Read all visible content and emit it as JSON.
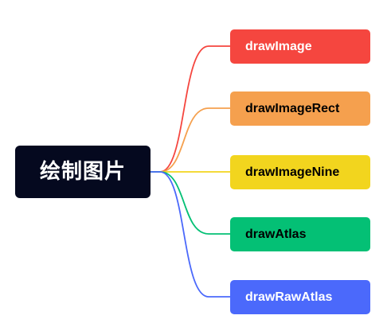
{
  "mindmap": {
    "root": {
      "label": "绘制图片",
      "bg_color": "#05091f",
      "text_color": "#ffffff"
    },
    "children": [
      {
        "label": "drawImage",
        "color": "#f5463f",
        "text_color": "#ffffff"
      },
      {
        "label": "drawImageRect",
        "color": "#f5a04e",
        "text_color": "#000000"
      },
      {
        "label": "drawImageNine",
        "color": "#f2d51e",
        "text_color": "#000000"
      },
      {
        "label": "drawAtlas",
        "color": "#04c075",
        "text_color": "#000000"
      },
      {
        "label": "drawRawAtlas",
        "color": "#4b69fb",
        "text_color": "#ffffff"
      }
    ]
  }
}
